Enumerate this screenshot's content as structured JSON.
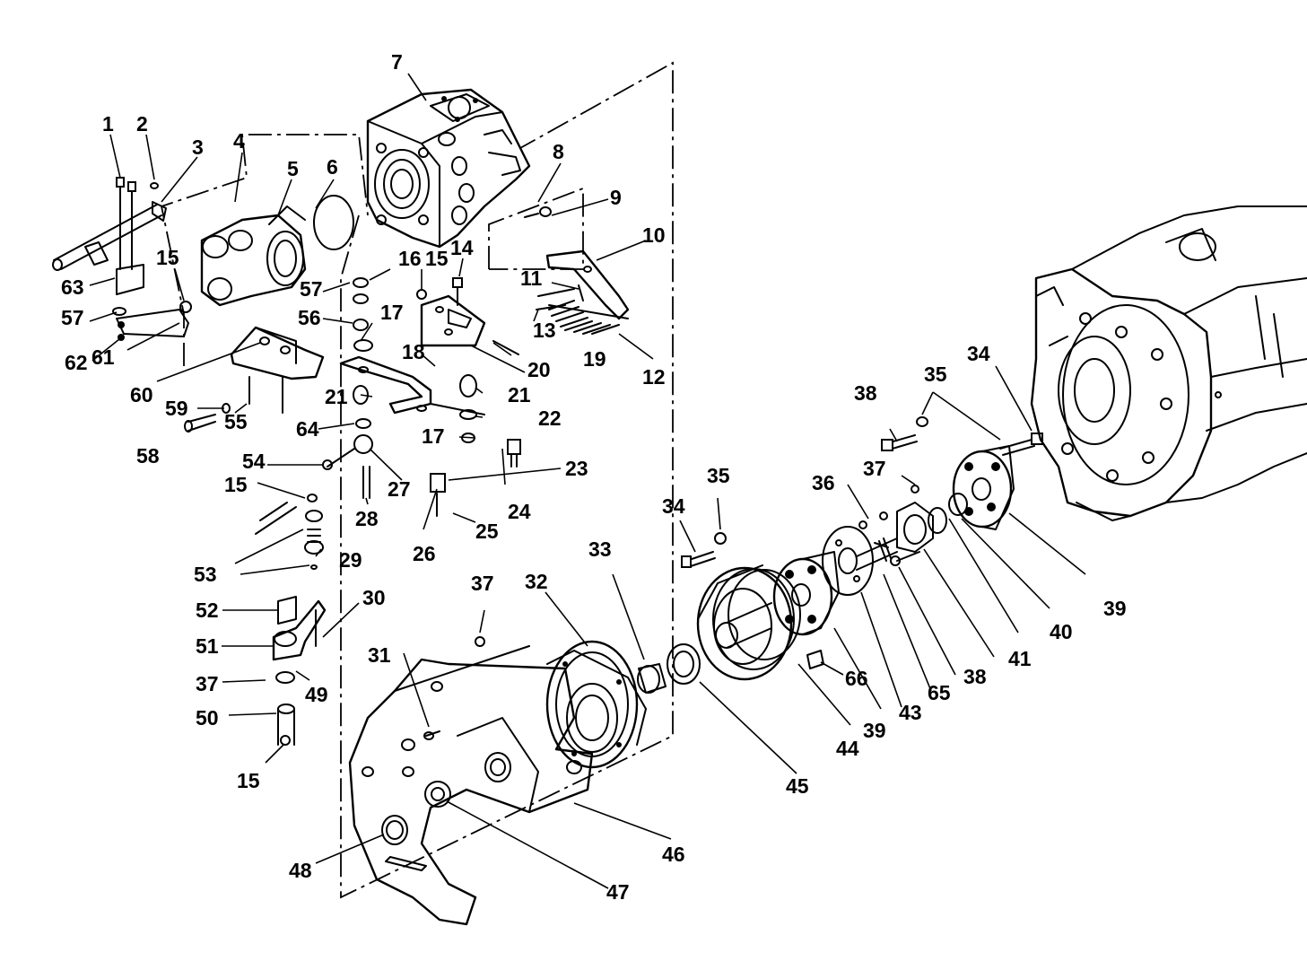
{
  "callouts": [
    {
      "id": "c1",
      "text": "1"
    },
    {
      "id": "c2",
      "text": "2"
    },
    {
      "id": "c3",
      "text": "3"
    },
    {
      "id": "c4",
      "text": "4"
    },
    {
      "id": "c5",
      "text": "5"
    },
    {
      "id": "c6",
      "text": "6"
    },
    {
      "id": "c7",
      "text": "7"
    },
    {
      "id": "c8",
      "text": "8"
    },
    {
      "id": "c9",
      "text": "9"
    },
    {
      "id": "c10",
      "text": "10"
    },
    {
      "id": "c11",
      "text": "11"
    },
    {
      "id": "c12",
      "text": "12"
    },
    {
      "id": "c13",
      "text": "13"
    },
    {
      "id": "c14",
      "text": "14"
    },
    {
      "id": "c15a",
      "text": "15"
    },
    {
      "id": "c15b",
      "text": "15"
    },
    {
      "id": "c15c",
      "text": "15"
    },
    {
      "id": "c15d",
      "text": "15"
    },
    {
      "id": "c16",
      "text": "16"
    },
    {
      "id": "c17a",
      "text": "17"
    },
    {
      "id": "c17b",
      "text": "17"
    },
    {
      "id": "c18",
      "text": "18"
    },
    {
      "id": "c19",
      "text": "19"
    },
    {
      "id": "c20",
      "text": "20"
    },
    {
      "id": "c21a",
      "text": "21"
    },
    {
      "id": "c21b",
      "text": "21"
    },
    {
      "id": "c22",
      "text": "22"
    },
    {
      "id": "c23",
      "text": "23"
    },
    {
      "id": "c24",
      "text": "24"
    },
    {
      "id": "c25",
      "text": "25"
    },
    {
      "id": "c26",
      "text": "26"
    },
    {
      "id": "c27",
      "text": "27"
    },
    {
      "id": "c28",
      "text": "28"
    },
    {
      "id": "c29",
      "text": "29"
    },
    {
      "id": "c30",
      "text": "30"
    },
    {
      "id": "c31",
      "text": "31"
    },
    {
      "id": "c32",
      "text": "32"
    },
    {
      "id": "c33",
      "text": "33"
    },
    {
      "id": "c34a",
      "text": "34"
    },
    {
      "id": "c34b",
      "text": "34"
    },
    {
      "id": "c35a",
      "text": "35"
    },
    {
      "id": "c35b",
      "text": "35"
    },
    {
      "id": "c36",
      "text": "36"
    },
    {
      "id": "c37a",
      "text": "37"
    },
    {
      "id": "c37b",
      "text": "37"
    },
    {
      "id": "c37c",
      "text": "37"
    },
    {
      "id": "c38a",
      "text": "38"
    },
    {
      "id": "c38b",
      "text": "38"
    },
    {
      "id": "c39a",
      "text": "39"
    },
    {
      "id": "c39b",
      "text": "39"
    },
    {
      "id": "c40",
      "text": "40"
    },
    {
      "id": "c41",
      "text": "41"
    },
    {
      "id": "c43",
      "text": "43"
    },
    {
      "id": "c44",
      "text": "44"
    },
    {
      "id": "c45",
      "text": "45"
    },
    {
      "id": "c46",
      "text": "46"
    },
    {
      "id": "c47",
      "text": "47"
    },
    {
      "id": "c48",
      "text": "48"
    },
    {
      "id": "c49",
      "text": "49"
    },
    {
      "id": "c50",
      "text": "50"
    },
    {
      "id": "c51",
      "text": "51"
    },
    {
      "id": "c52",
      "text": "52"
    },
    {
      "id": "c53",
      "text": "53"
    },
    {
      "id": "c54",
      "text": "54"
    },
    {
      "id": "c55",
      "text": "55"
    },
    {
      "id": "c56",
      "text": "56"
    },
    {
      "id": "c57a",
      "text": "57"
    },
    {
      "id": "c57b",
      "text": "57"
    },
    {
      "id": "c58",
      "text": "58"
    },
    {
      "id": "c59",
      "text": "59"
    },
    {
      "id": "c60",
      "text": "60"
    },
    {
      "id": "c61",
      "text": "61"
    },
    {
      "id": "c62",
      "text": "62"
    },
    {
      "id": "c63",
      "text": "63"
    },
    {
      "id": "c64",
      "text": "64"
    },
    {
      "id": "c65",
      "text": "65"
    },
    {
      "id": "c66",
      "text": "66"
    }
  ]
}
